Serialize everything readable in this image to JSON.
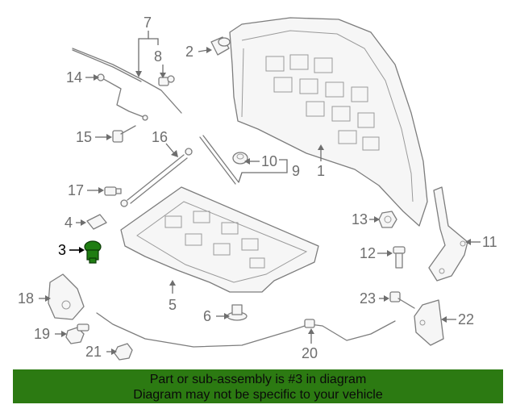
{
  "callouts": {
    "c1": "1",
    "c2": "2",
    "c3": "3",
    "c4": "4",
    "c5": "5",
    "c6": "6",
    "c7": "7",
    "c8": "8",
    "c9": "9",
    "c10": "10",
    "c11": "11",
    "c12": "12",
    "c13": "13",
    "c14": "14",
    "c15": "15",
    "c16": "16",
    "c17": "17",
    "c18": "18",
    "c19": "19",
    "c20": "20",
    "c21": "21",
    "c22": "22",
    "c23": "23"
  },
  "highlight": {
    "part": "3",
    "color": "#1f7d12"
  },
  "banner": {
    "line1": "Part or sub-assembly is #3 in diagram",
    "line2": "Diagram may not be specific to your vehicle",
    "background": "#2c7a12"
  }
}
